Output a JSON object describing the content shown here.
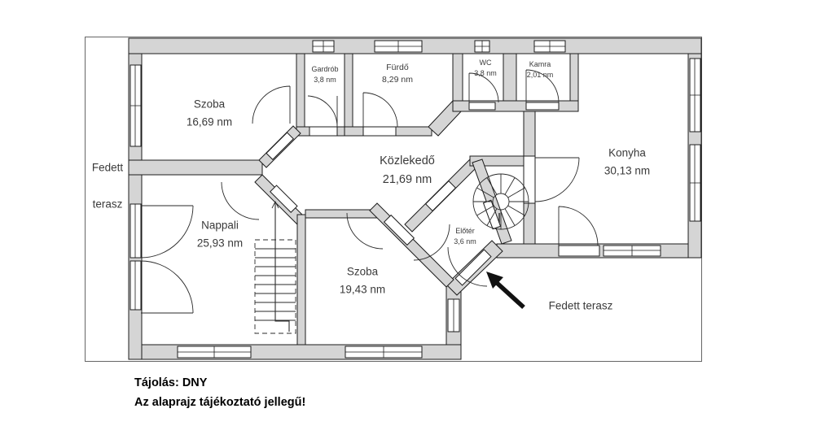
{
  "plan": {
    "rooms": [
      {
        "id": "szoba-1",
        "name": "Szoba",
        "area": "16,69 nm"
      },
      {
        "id": "gardrob",
        "name": "Gardrób",
        "area": "3,8 nm"
      },
      {
        "id": "furdo",
        "name": "Fürdő",
        "area": "8,29 nm"
      },
      {
        "id": "wc",
        "name": "WC",
        "area": "3,8 nm"
      },
      {
        "id": "kamra",
        "name": "Kamra",
        "area": "2,01 nm"
      },
      {
        "id": "konyha",
        "name": "Konyha",
        "area": "30,13 nm"
      },
      {
        "id": "kozlekedo",
        "name": "Közlekedő",
        "area": "21,69 nm"
      },
      {
        "id": "nappali",
        "name": "Nappali",
        "area": "25,93 nm"
      },
      {
        "id": "szoba-2",
        "name": "Szoba",
        "area": "19,43 nm"
      },
      {
        "id": "eloter",
        "name": "Előtér",
        "area": "3,6 nm"
      }
    ],
    "terrace_left": {
      "line1": "Fedett",
      "line2": "terasz"
    },
    "terrace_bottom": {
      "label": "Fedett terasz"
    }
  },
  "footer": {
    "orientation": "Tájolás: DNY",
    "disclaimer": "Az alaprajz tájékoztató jellegű!"
  },
  "colors": {
    "wall_fill": "#d5d5d5",
    "line": "#1c1c1c",
    "text": "#3a3a3a"
  }
}
